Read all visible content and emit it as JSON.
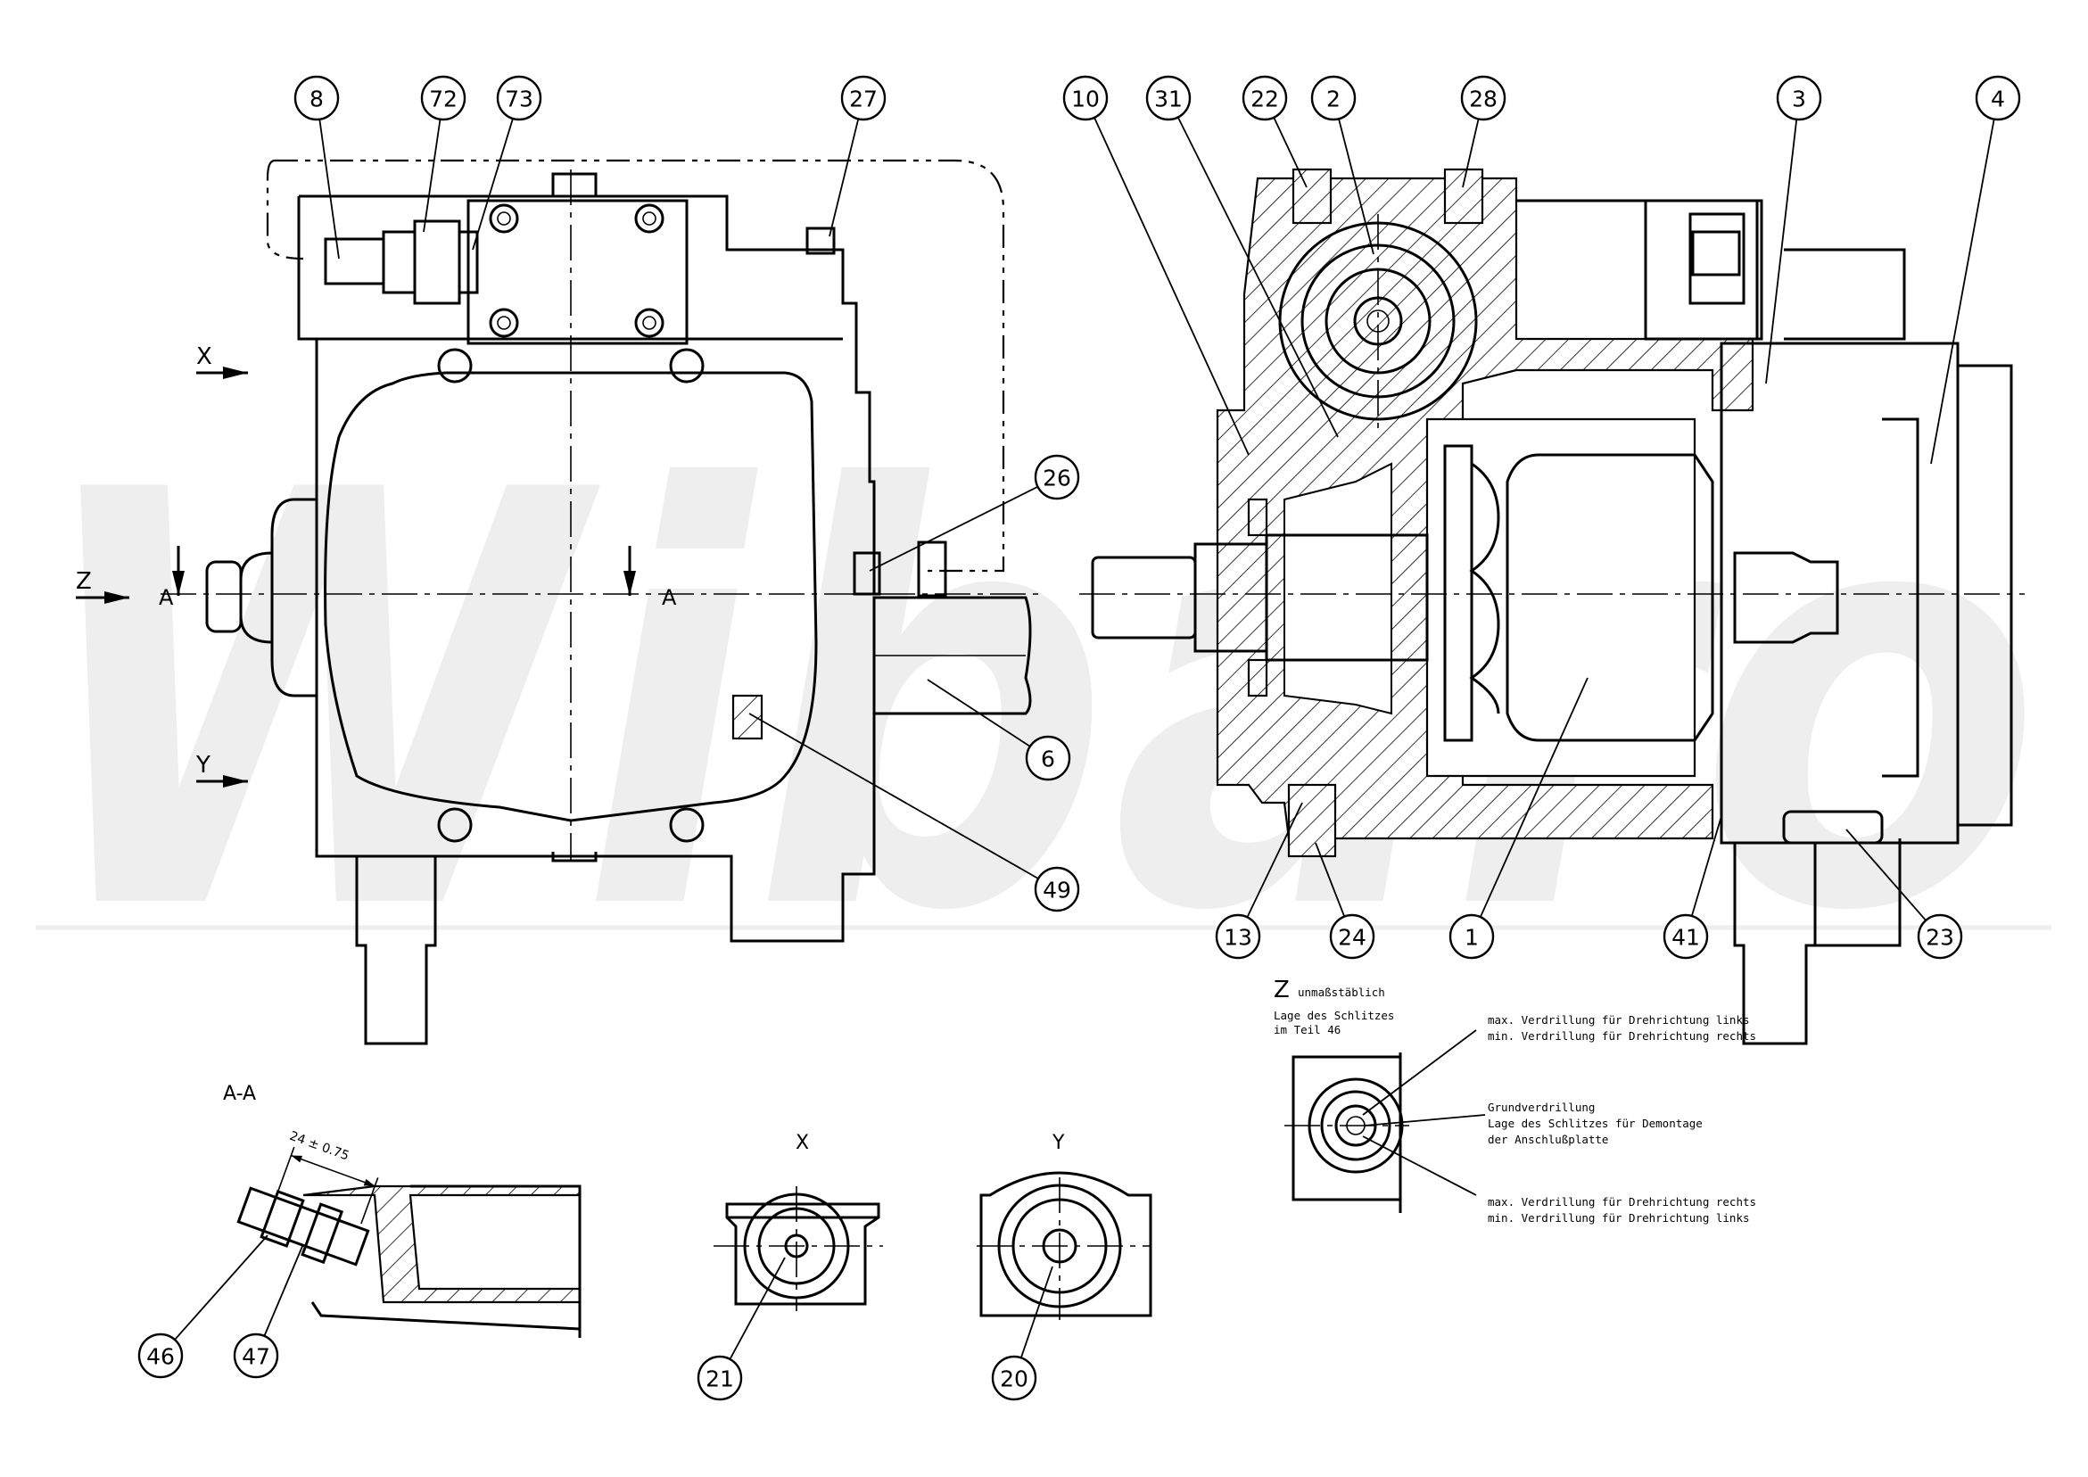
{
  "watermark": "Wibaro",
  "views": {
    "view_x_label": "X",
    "view_y_label": "Y",
    "view_z_label": "Z",
    "section_a_label": "A",
    "section_aa_title": "A-A",
    "x_title": "X",
    "y_title": "Y"
  },
  "dimension": "24 ± 0.75",
  "detail_z": {
    "title": "Z",
    "scale_note": "unmaßstäblich",
    "pos_line1": "Lage des Schlitzes",
    "pos_line2": "im Teil 46",
    "note_max_left_1": "max. Verdrillung für Drehrichtung links",
    "note_max_left_2": "min. Verdrillung für Drehrichtung rechts",
    "note_basic_1": "Grundverdrillung",
    "note_basic_2": "Lage des Schlitzes für Demontage",
    "note_basic_3": "der Anschlußplatte",
    "note_max_right_1": "max. Verdrillung für Drehrichtung rechts",
    "note_max_right_2": "min. Verdrillung für Drehrichtung links"
  },
  "callouts": [
    "8",
    "72",
    "73",
    "27",
    "10",
    "31",
    "22",
    "2",
    "28",
    "3",
    "4",
    "26",
    "6",
    "49",
    "13",
    "24",
    "1",
    "41",
    "23",
    "46",
    "47",
    "21",
    "20"
  ]
}
